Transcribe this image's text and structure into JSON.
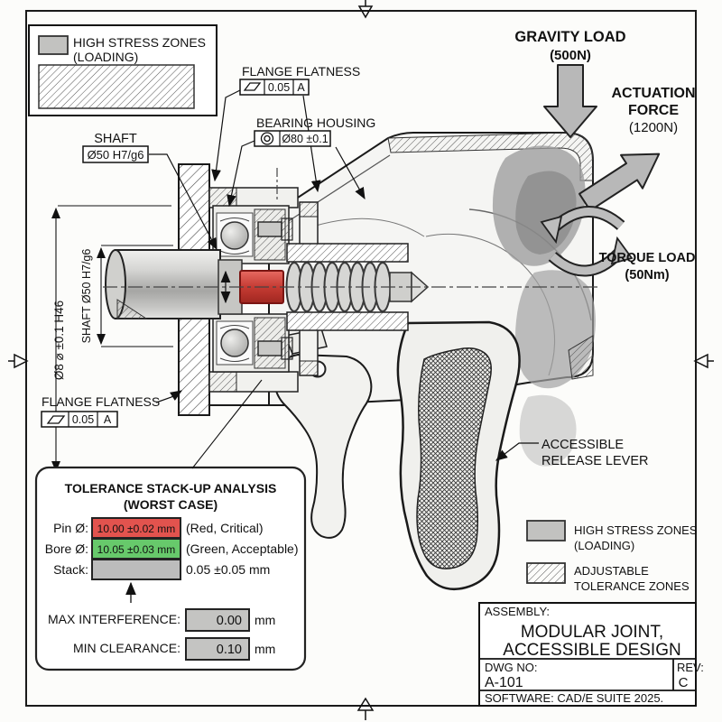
{
  "drawing": {
    "legend_top": {
      "line1": "HIGH STRESS ZONES",
      "line2": "(LOADING)"
    },
    "callouts": {
      "flange_flatness_top": {
        "label": "FLANGE FLATNESS",
        "tolerance": "0.05",
        "datum": "A"
      },
      "bearing_housing": {
        "label": "BEARING HOUSING",
        "value": "Ø80 ±0.1"
      },
      "shaft": {
        "label": "SHAFT",
        "value": "Ø50 H7/g6"
      },
      "flange_flatness_bottom": {
        "label": "FLANGE FLATNESS",
        "tolerance": "0.05",
        "datum": "A"
      },
      "release_lever": {
        "line1": "ACCESSIBLE",
        "line2": "RELEASE LEVER"
      }
    },
    "dimensions": {
      "bore": "Ø8 ⌀ ±0.1 H46",
      "shaft": "SHAFT Ø50 H7/g6"
    },
    "loads": {
      "gravity": {
        "line1": "GRAVITY LOAD",
        "line2": "(500N)"
      },
      "actuation": {
        "line1": "ACTUATION",
        "line2": "FORCE",
        "line3": "(1200N)"
      },
      "torque": {
        "line1": "TORQUE LOAD",
        "line2": "(50Nm)"
      }
    }
  },
  "tolerance_panel": {
    "title1": "TOLERANCE STACK-UP ANALYSIS",
    "title2": "(WORST CASE)",
    "rows": [
      {
        "label": "Pin Ø:",
        "value": "10.00 ±0.02 mm",
        "note": "(Red, Critical)",
        "color": "#e2534e"
      },
      {
        "label": "Bore Ø:",
        "value": "10.05 ±0.03 mm",
        "note": "(Green, Acceptable)",
        "color": "#67c96b"
      },
      {
        "label": "Stack:",
        "value": "",
        "note": "0.05 ±0.05 mm",
        "color": "#bcbcbc"
      }
    ],
    "max_interference": {
      "label": "MAX INTERFERENCE:",
      "value": "0.00",
      "unit": "mm"
    },
    "min_clearance": {
      "label": "MIN CLEARANCE:",
      "value": "0.10",
      "unit": "mm"
    }
  },
  "legend_right": {
    "items": [
      {
        "swatch": "solid-gray",
        "line1": "HIGH STRESS ZONES",
        "line2": "(LOADING)"
      },
      {
        "swatch": "diagonal-hatch",
        "line1": "ADJUSTABLE",
        "line2": "TOLERANCE ZONES"
      }
    ]
  },
  "title_block": {
    "assembly_label": "ASSEMBLY:",
    "assembly_line1": "MODULAR JOINT,",
    "assembly_line2": "ACCESSIBLE DESIGN",
    "dwg_label": "DWG NO:",
    "dwg_no": "A-101",
    "rev_label": "REV:",
    "rev": "C",
    "software": "SOFTWARE: CAD/E SUITE 2025."
  },
  "icons": {
    "flatness_symbol": "parallelogram",
    "concentricity_symbol": "concentric-circles",
    "gravity_arrow": "thick-arrow-down",
    "actuation_arrow": "thick-arrow-up-right",
    "torque_arrows": "rotation-arrows",
    "centering_marks": "open-triangle-ticks"
  },
  "colors": {
    "stress_zone_gray": "#9c9c9c",
    "critical_red": "#e2534e",
    "acceptable_green": "#67c96b",
    "neutral_gray": "#bcbcbc",
    "arrow_gray": "#b8b8b8",
    "pin_red": "#c03a32",
    "line": "#1a1a1a"
  }
}
